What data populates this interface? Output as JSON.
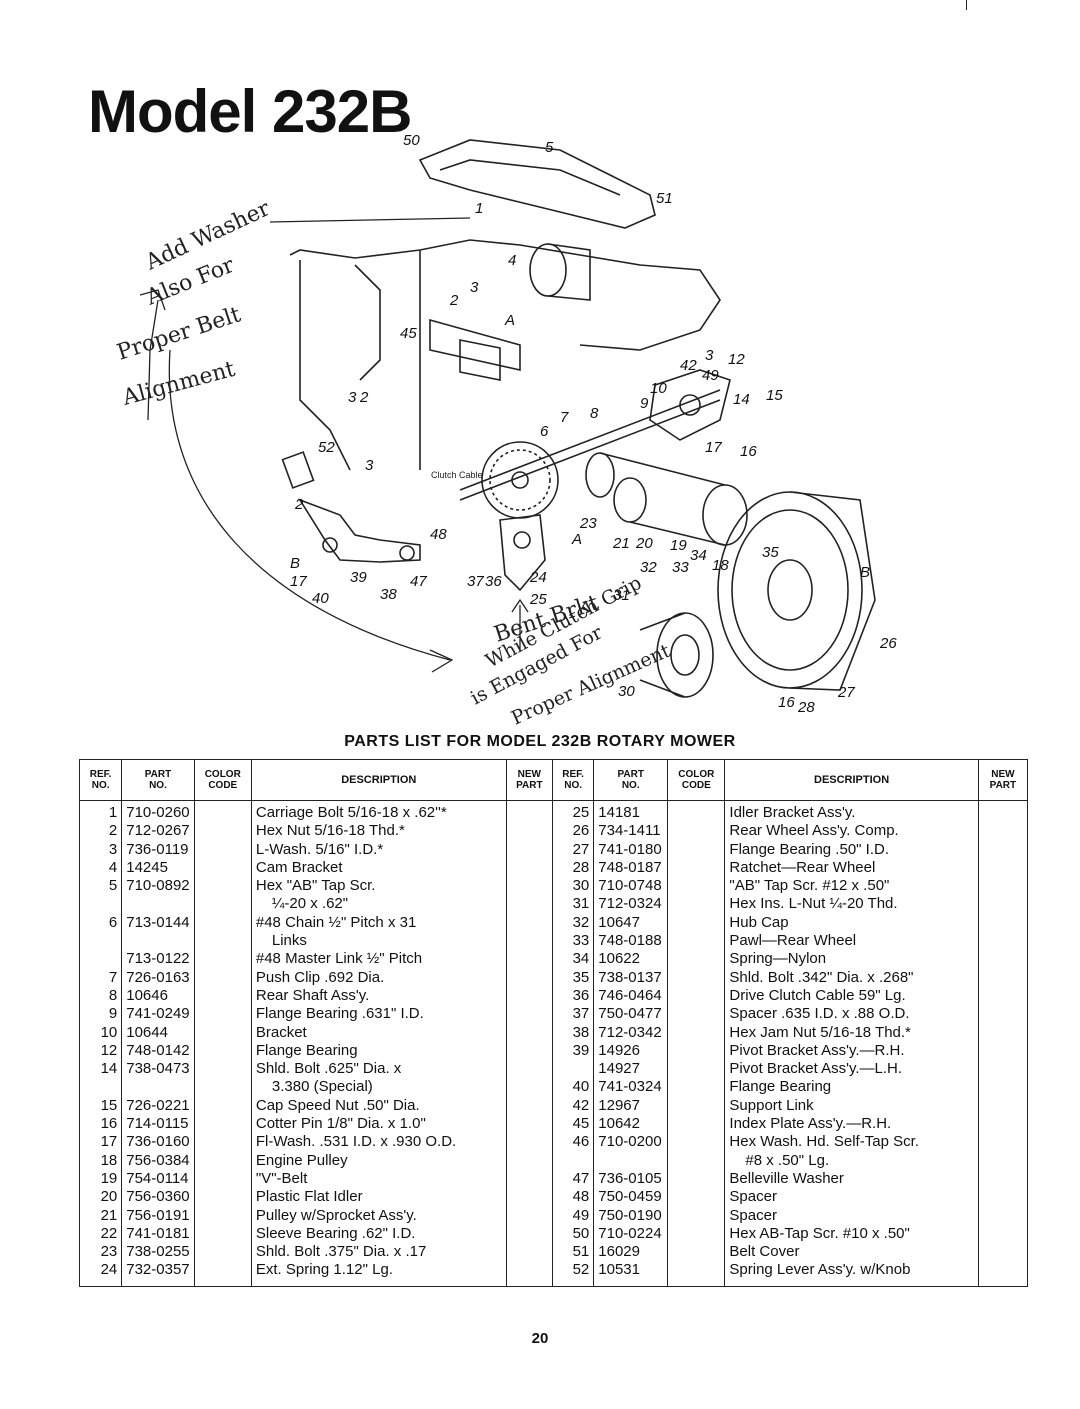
{
  "page": {
    "title": "Model 232B",
    "page_number": "20",
    "parts_list_title": "PARTS LIST FOR MODEL 232B ROTARY MOWER"
  },
  "diagram": {
    "callouts": [
      "50",
      "5",
      "51",
      "1",
      "4",
      "3",
      "2",
      "A",
      "45",
      "3",
      "2",
      "42",
      "3",
      "12",
      "49",
      "15",
      "14",
      "10",
      "9",
      "8",
      "7",
      "6",
      "17",
      "16",
      "52",
      "3",
      "2",
      "B",
      "17",
      "40",
      "39",
      "38",
      "47",
      "48",
      "37",
      "36",
      "25",
      "24",
      "23",
      "A",
      "21",
      "20",
      "19",
      "34",
      "18",
      "35",
      "32",
      "33",
      "31",
      "B",
      "26",
      "30",
      "16",
      "28",
      "27"
    ],
    "printed_labels": [
      "Clutch Cable"
    ],
    "handwritten_notes": [
      "Add Washer",
      "Also For",
      "Proper Belt",
      "Alignment",
      "Bent Brkt",
      "While Clutch Grip",
      "is Engaged For",
      "Proper Alignment"
    ]
  },
  "table": {
    "headers": {
      "ref": [
        "REF.",
        "NO."
      ],
      "part": [
        "PART",
        "NO."
      ],
      "color": [
        "COLOR",
        "CODE"
      ],
      "desc": "DESCRIPTION",
      "new": [
        "NEW",
        "PART"
      ]
    },
    "rows": [
      {
        "l": [
          "1",
          "710-0260",
          "",
          "Carriage Bolt 5/16-18 x .62''*",
          ""
        ],
        "r": [
          "25",
          "14181",
          "",
          "Idler Bracket Ass'y.",
          ""
        ]
      },
      {
        "l": [
          "2",
          "712-0267",
          "",
          "Hex Nut 5/16-18 Thd.*",
          ""
        ],
        "r": [
          "26",
          "734-1411",
          "",
          "Rear Wheel Ass'y. Comp.",
          ""
        ]
      },
      {
        "l": [
          "3",
          "736-0119",
          "",
          "L-Wash. 5/16\" I.D.*",
          ""
        ],
        "r": [
          "27",
          "741-0180",
          "",
          "Flange Bearing .50\" I.D.",
          ""
        ]
      },
      {
        "l": [
          "4",
          "14245",
          "",
          "Cam Bracket",
          ""
        ],
        "r": [
          "28",
          "748-0187",
          "",
          "Ratchet—Rear Wheel",
          ""
        ]
      },
      {
        "l": [
          "5",
          "710-0892",
          "",
          "Hex \"AB\" Tap Scr.",
          ""
        ],
        "r": [
          "30",
          "710-0748",
          "",
          "\"AB\" Tap Scr. #12 x .50\"",
          ""
        ]
      },
      {
        "l": [
          "",
          "",
          "",
          "¼-20 x .62\"",
          ""
        ],
        "r": [
          "31",
          "712-0324",
          "",
          "Hex Ins. L-Nut ¼-20 Thd.",
          ""
        ],
        "lindent": true
      },
      {
        "l": [
          "6",
          "713-0144",
          "",
          "#48 Chain ½\" Pitch x 31",
          ""
        ],
        "r": [
          "32",
          "10647",
          "",
          "Hub Cap",
          ""
        ]
      },
      {
        "l": [
          "",
          "",
          "",
          "Links",
          ""
        ],
        "r": [
          "33",
          "748-0188",
          "",
          "Pawl—Rear Wheel",
          ""
        ],
        "lindent": true
      },
      {
        "l": [
          "",
          "713-0122",
          "",
          "#48 Master Link ½\" Pitch",
          ""
        ],
        "r": [
          "34",
          "10622",
          "",
          "Spring—Nylon",
          ""
        ]
      },
      {
        "l": [
          "7",
          "726-0163",
          "",
          "Push Clip .692 Dia.",
          ""
        ],
        "r": [
          "35",
          "738-0137",
          "",
          "Shld. Bolt .342\" Dia. x .268\"",
          ""
        ]
      },
      {
        "l": [
          "8",
          "10646",
          "",
          "Rear Shaft Ass'y.",
          ""
        ],
        "r": [
          "36",
          "746-0464",
          "",
          "Drive Clutch Cable 59\" Lg.",
          ""
        ]
      },
      {
        "l": [
          "9",
          "741-0249",
          "",
          "Flange Bearing .631\" I.D.",
          ""
        ],
        "r": [
          "37",
          "750-0477",
          "",
          "Spacer .635 I.D. x .88 O.D.",
          ""
        ]
      },
      {
        "l": [
          "10",
          "10644",
          "",
          "Bracket",
          ""
        ],
        "r": [
          "38",
          "712-0342",
          "",
          "Hex Jam Nut 5/16-18 Thd.*",
          ""
        ]
      },
      {
        "l": [
          "12",
          "748-0142",
          "",
          "Flange Bearing",
          ""
        ],
        "r": [
          "39",
          "14926",
          "",
          "Pivot Bracket Ass'y.—R.H.",
          ""
        ]
      },
      {
        "l": [
          "14",
          "738-0473",
          "",
          "Shld. Bolt .625\" Dia. x",
          ""
        ],
        "r": [
          "",
          "14927",
          "",
          "Pivot Bracket Ass'y.—L.H.",
          ""
        ]
      },
      {
        "l": [
          "",
          "",
          "",
          "3.380 (Special)",
          ""
        ],
        "r": [
          "40",
          "741-0324",
          "",
          "Flange Bearing",
          ""
        ],
        "lindent": true
      },
      {
        "l": [
          "15",
          "726-0221",
          "",
          "Cap Speed Nut .50\" Dia.",
          ""
        ],
        "r": [
          "42",
          "12967",
          "",
          "Support Link",
          ""
        ]
      },
      {
        "l": [
          "16",
          "714-0115",
          "",
          "Cotter Pin 1/8\" Dia. x 1.0\"",
          ""
        ],
        "r": [
          "45",
          "10642",
          "",
          "Index Plate Ass'y.—R.H.",
          ""
        ]
      },
      {
        "l": [
          "17",
          "736-0160",
          "",
          "Fl-Wash. .531 I.D. x .930 O.D.",
          ""
        ],
        "r": [
          "46",
          "710-0200",
          "",
          "Hex Wash. Hd. Self-Tap Scr.",
          ""
        ]
      },
      {
        "l": [
          "18",
          "756-0384",
          "",
          "Engine Pulley",
          ""
        ],
        "r": [
          "",
          "",
          "",
          "#8 x .50\" Lg.",
          ""
        ],
        "rindent": true
      },
      {
        "l": [
          "19",
          "754-0114",
          "",
          "\"V\"-Belt",
          ""
        ],
        "r": [
          "47",
          "736-0105",
          "",
          "Belleville Washer",
          ""
        ]
      },
      {
        "l": [
          "20",
          "756-0360",
          "",
          "Plastic Flat Idler",
          ""
        ],
        "r": [
          "48",
          "750-0459",
          "",
          "Spacer",
          ""
        ]
      },
      {
        "l": [
          "21",
          "756-0191",
          "",
          "Pulley w/Sprocket Ass'y.",
          ""
        ],
        "r": [
          "49",
          "750-0190",
          "",
          "Spacer",
          ""
        ]
      },
      {
        "l": [
          "22",
          "741-0181",
          "",
          "Sleeve Bearing .62\" I.D.",
          ""
        ],
        "r": [
          "50",
          "710-0224",
          "",
          "Hex AB-Tap Scr. #10 x .50\"",
          ""
        ]
      },
      {
        "l": [
          "23",
          "738-0255",
          "",
          "Shld. Bolt .375\" Dia. x .17",
          ""
        ],
        "r": [
          "51",
          "16029",
          "",
          "Belt Cover",
          ""
        ]
      },
      {
        "l": [
          "24",
          "732-0357",
          "",
          "Ext. Spring 1.12\" Lg.",
          ""
        ],
        "r": [
          "52",
          "10531",
          "",
          "Spring Lever Ass'y. w/Knob",
          ""
        ]
      }
    ]
  }
}
